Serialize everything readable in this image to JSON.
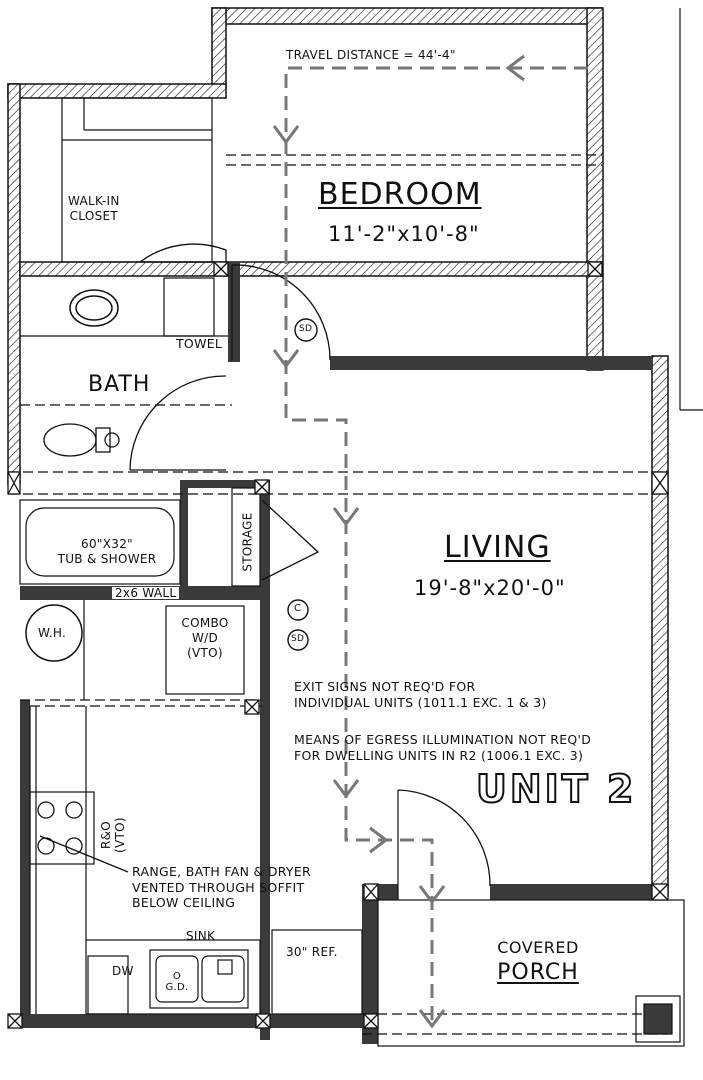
{
  "travel_distance": "TRAVEL DISTANCE = 44'-4\"",
  "rooms": {
    "bedroom": {
      "name": "BEDROOM",
      "size": "11'-2\"x10'-8\""
    },
    "living": {
      "name": "LIVING",
      "size": "19'-8\"x20'-0\""
    },
    "bath": {
      "name": "BATH"
    },
    "closet": {
      "line1": "WALK-IN",
      "line2": "CLOSET"
    },
    "porch": {
      "line1": "COVERED",
      "line2": "PORCH"
    }
  },
  "fixtures": {
    "towel": "TOWEL",
    "tub_line1": "60\"X32\"",
    "tub_line2": "TUB & SHOWER",
    "wall": "2x6 WALL",
    "storage": "STORAGE",
    "water_heater": "W.H.",
    "combo_line1": "COMBO",
    "combo_line2": "W/D",
    "combo_line3": "(VTO)",
    "range_line1": "R&O",
    "range_line2": "(VTO)",
    "sink": "SINK",
    "dishwasher": "DW",
    "garbage_disposal_line1": "O",
    "garbage_disposal_line2": "G.D.",
    "refrigerator": "30\" REF.",
    "smoke_detector": "SD",
    "co_detector": "C"
  },
  "notes": {
    "exit_line1": "EXIT SIGNS NOT REQ'D FOR",
    "exit_line2": "INDIVIDUAL UNITS (1011.1 EXC. 1 & 3)",
    "egress_line1": "MEANS OF EGRESS ILLUMINATION NOT REQ'D",
    "egress_line2": "FOR DWELLING UNITS IN R2 (1006.1 EXC. 3)",
    "vent_line1": "RANGE, BATH FAN & DRYER",
    "vent_line2": "VENTED THROUGH SOFFIT",
    "vent_line3": "BELOW CEILING"
  },
  "unit_label": "UNIT 2"
}
